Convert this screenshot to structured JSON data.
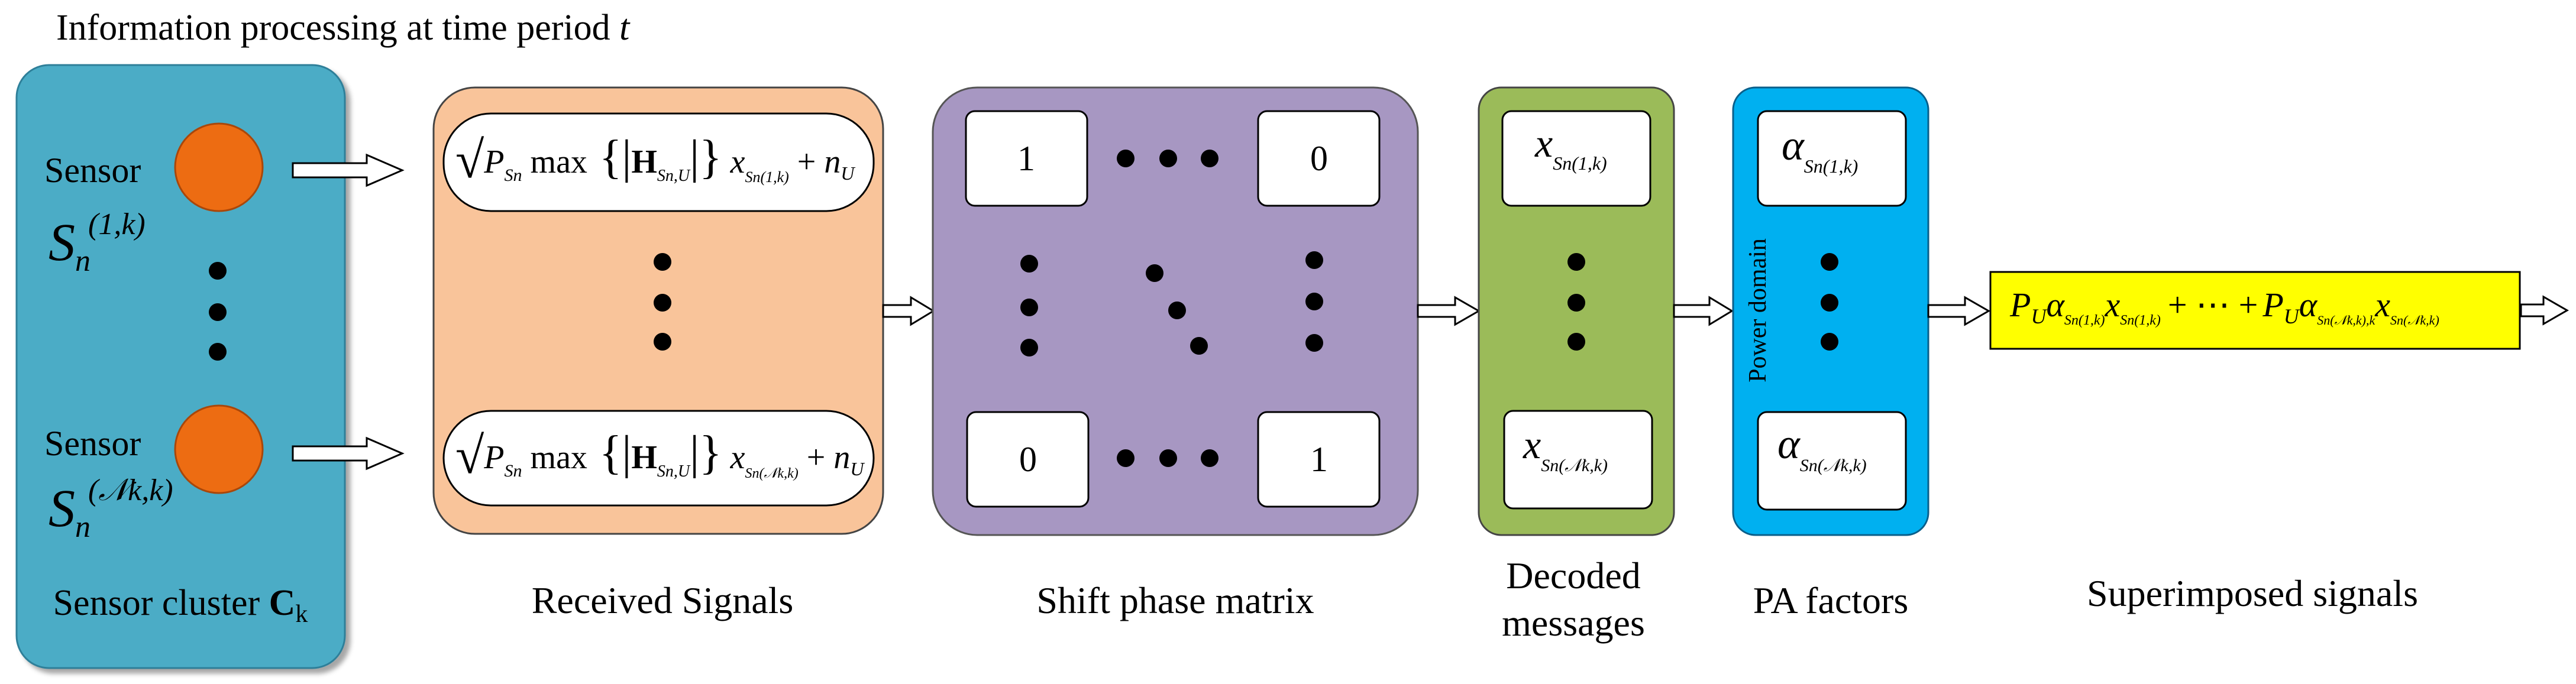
{
  "header": {
    "text": "Information processing at time period",
    "var": "t"
  },
  "colors": {
    "sensor_cluster": "#4bacc6",
    "sensor_node": "#ed6c12",
    "received": "#f9c49a",
    "shift_matrix": "#a797c2",
    "decoded": "#9bbb59",
    "pa_factors": "#00b0f0",
    "superimposed": "#ffff00"
  },
  "sensor_cluster": {
    "label": "Sensor cluster",
    "symbol": "C",
    "subscript": "k",
    "sensor_word": "Sensor",
    "sensor_first": {
      "base": "S",
      "sub": "n",
      "sup": "(1,k)"
    },
    "sensor_last": {
      "base": "S",
      "sub": "n",
      "sup": "(𝒩k,k)"
    }
  },
  "received_signals": {
    "caption": "Received Signals",
    "first": {
      "root": "P",
      "root_sub": "Sn",
      "op": "max",
      "H": "H",
      "H_sub": "Sn,U",
      "x": "x",
      "x_sub": "Sn(1,k)",
      "plus": "+",
      "n": "n",
      "n_sub": "U"
    },
    "last": {
      "root": "P",
      "root_sub": "Sn",
      "op": "max",
      "H": "H",
      "H_sub": "Sn,U",
      "x": "x",
      "x_sub": "Sn(𝒩k,k)",
      "plus": "+",
      "n": "n",
      "n_sub": "U"
    }
  },
  "shift_phase_matrix": {
    "caption": "Shift phase matrix",
    "top_left": "1",
    "top_right": "0",
    "bottom_left": "0",
    "bottom_right": "1"
  },
  "decoded_messages": {
    "caption_line1": "Decoded",
    "caption_line2": "messages",
    "first": {
      "x": "x",
      "sub": "Sn(1,k)"
    },
    "last": {
      "x": "x",
      "sub": "Sn(𝒩k,k)"
    }
  },
  "pa_factors": {
    "caption": "PA factors",
    "side_label": "Power domain",
    "first": {
      "a": "α",
      "sub": "Sn(1,k)"
    },
    "last": {
      "a": "α",
      "sub": "Sn(𝒩k,k)"
    }
  },
  "superimposed": {
    "caption": "Superimposed signals",
    "term1": {
      "P": "P",
      "P_sub": "U",
      "a": "α",
      "a_sub": "Sn(1,k)",
      "x": "x",
      "x_sub": "Sn(1,k)"
    },
    "middle": "+ ⋯ +",
    "term2": {
      "P": "P",
      "P_sub": "U",
      "a": "α",
      "a_sub": "Sn(𝒩k,k),k",
      "x": "x",
      "x_sub": "Sn(𝒩k,k)"
    }
  }
}
